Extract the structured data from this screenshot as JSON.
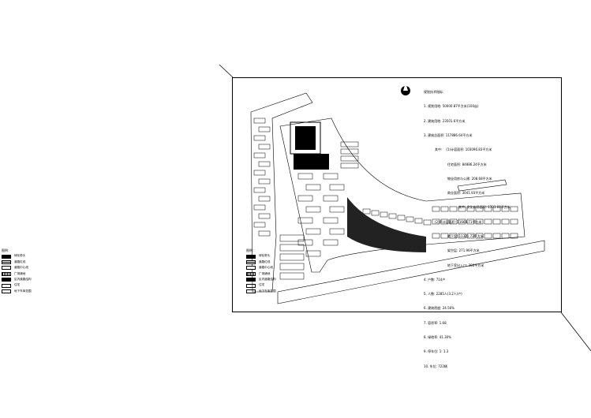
{
  "technical_index": {
    "title": "规划技术指标:",
    "lines": [
      "1. 规划用地: 50000.87平方米(100亩)",
      "2. 建筑用地: 23501.6平方米",
      "3. 建筑总面积: 117886.64平方米",
      "其中:    (1)计容面积: 103096.83平方米",
      "住宅面积: 84886.24平方米",
      "物业用房与公建: 208.68平方米",
      "商业面积: 3041.93平方米",
      "其中: 文化市场面积: 1701.69平方米",
      "(2)不计容面积: 11669.71平方米",
      "地下室: 11321.73平方米",
      "架空层: 271.96平方米",
      "地下室出入口: 280平方米",
      "4. 户数: 714户",
      "5. 人数: 2285人(3.2人/户)",
      "6. 建筑密度: 24.56%",
      "7. 容积率: 1.68",
      "8. 绿地率: 41.30%",
      "9. 停车位: 1: 1.3",
      "10. 车位: 722辆"
    ]
  },
  "legend": {
    "title": "图例:",
    "items": [
      {
        "label": "绿化带头",
        "swatch": "#000000"
      },
      {
        "label": "道路红线",
        "swatch": "lines"
      },
      {
        "label": "道路中心线",
        "swatch": "centerline"
      },
      {
        "label": "广场铺地",
        "swatch": "dots"
      },
      {
        "label": "区内道路结构",
        "swatch": "#000000"
      },
      {
        "label": "住宅",
        "swatch": "box"
      },
      {
        "label": "地下车库范围",
        "swatch": "box"
      }
    ]
  }
}
